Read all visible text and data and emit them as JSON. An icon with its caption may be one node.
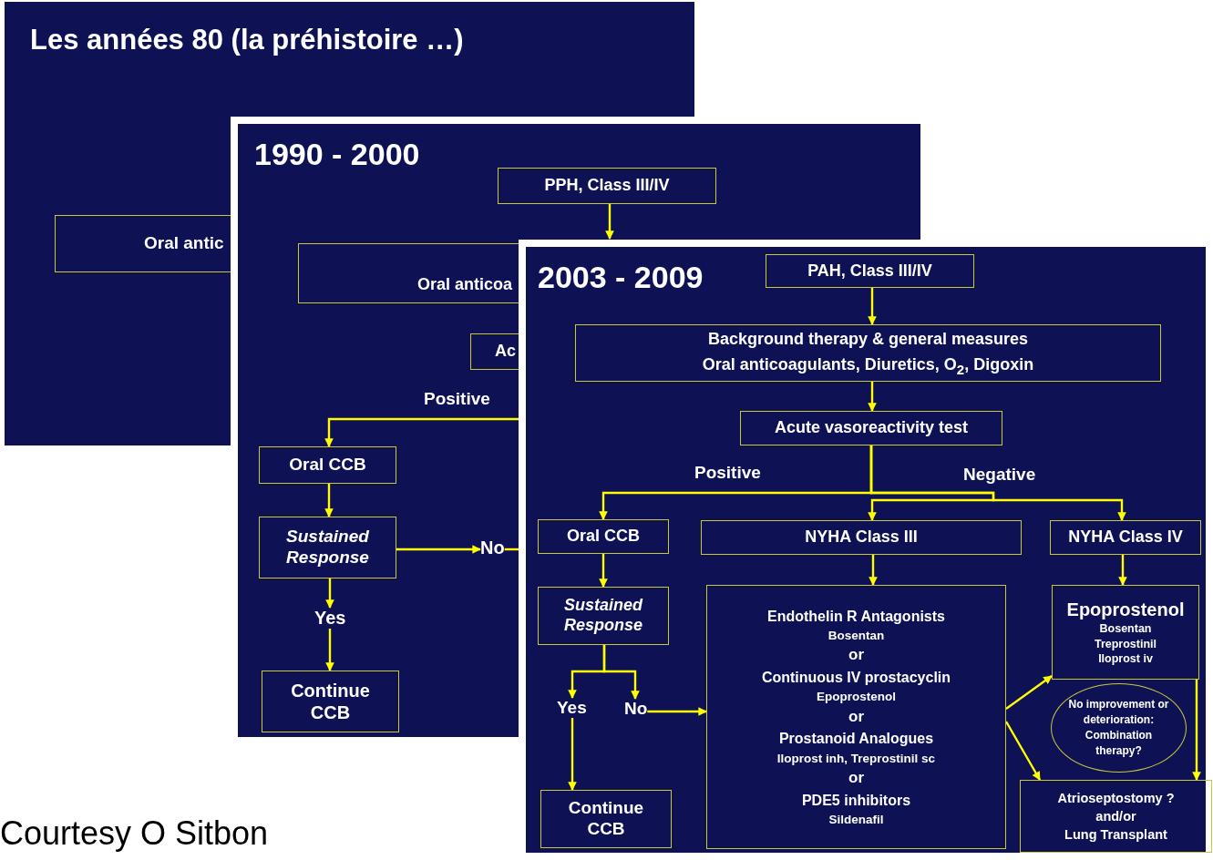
{
  "diagram": {
    "nodes": [
      {
        "text": [
          "Oral antic"
        ]
      },
      {
        "text": [
          "PPH, Class III/IV"
        ]
      },
      {
        "text": [
          "Oral anticoa"
        ]
      },
      {
        "text": [
          "Ac"
        ]
      },
      {
        "text": [
          "Oral CCB"
        ]
      },
      {
        "text": [
          "Sustained Response"
        ]
      },
      {
        "text": [
          "Yes"
        ]
      },
      {
        "text": [
          "No"
        ]
      },
      {
        "text": [
          "Continue CCB"
        ]
      },
      {
        "text": [
          "PAH, Class III/IV"
        ]
      },
      {
        "text": [
          "Background therapy & general measures",
          "Oral anticoagulants, Diuretics, O$_{2}$, Digoxin"
        ]
      },
      {
        "text": [
          "Acute vasoreactivity test"
        ]
      },
      {
        "text": [
          "Oral CCB"
        ]
      },
      {
        "text": [
          "NYHA Class III"
        ]
      },
      {
        "text": [
          "NYHA Class IV"
        ]
      },
      {
        "text": [
          "Sustained Response"
        ]
      },
      {
        "text": [
          "Yes"
        ]
      },
      {
        "text": [
          "No"
        ]
      },
      {
        "text": [
          "Continue CCB"
        ]
      },
      {
        "text": [
          "Endothelin R Antagonists",
          "Bosentan",
          "or",
          "Continuous IV prostacyclin",
          "Epoprostenol",
          "or",
          "Prostanoid Analogues",
          "Iloprost inh, Treprostinil sc",
          "or",
          "PDE5 inhibitors",
          "Sildenafil"
        ]
      },
      {
        "text": [
          "Epoprostenol",
          "Bosentan",
          "Treprostinil",
          "Iloprost iv"
        ]
      },
      {
        "text": [
          "No improvement or deterioration: Combination therapy?"
        ]
      },
      {
        "text": [
          "Atrioseptostomy ?",
          "and/or",
          "Lung Transplant"
        ]
      }
    ],
    "edges": [
      {
        "from": 1,
        "to": null,
        "arrow": "to"
      },
      {
        "from": null,
        "to": 4,
        "arrow": "to",
        "label": "Positive"
      },
      {
        "from": 4,
        "to": 5,
        "arrow": "to"
      },
      {
        "from": 5,
        "to": 6,
        "arrow": "to"
      },
      {
        "from": 6,
        "to": 8,
        "arrow": "to"
      },
      {
        "from": 5,
        "to": 7,
        "arrow": "to"
      },
      {
        "from": 7,
        "to": null,
        "arrow": "none"
      },
      {
        "from": 9,
        "to": 10,
        "arrow": "to"
      },
      {
        "from": 10,
        "to": 11,
        "arrow": "to"
      },
      {
        "from": 11,
        "to": 12,
        "arrow": "to",
        "label": "Positive"
      },
      {
        "from": 11,
        "to": 13,
        "arrow": "to"
      },
      {
        "from": 11,
        "to": 14,
        "arrow": "to",
        "label": "Negative"
      },
      {
        "from": 12,
        "to": 15,
        "arrow": "to"
      },
      {
        "from": 15,
        "to": 16,
        "arrow": "to"
      },
      {
        "from": 15,
        "to": 17,
        "arrow": "to"
      },
      {
        "from": 16,
        "to": 18,
        "arrow": "to"
      },
      {
        "from": 17,
        "to": 19,
        "arrow": "to"
      },
      {
        "from": 13,
        "to": 19,
        "arrow": "to"
      },
      {
        "from": 14,
        "to": 20,
        "arrow": "to"
      },
      {
        "from": 19,
        "to": 20,
        "arrow": "to"
      },
      {
        "from": 19,
        "to": 22,
        "arrow": "to"
      },
      {
        "from": 20,
        "to": 22,
        "arrow": "to"
      }
    ],
    "labels": [
      "Les années 80 (la préhistoire …)",
      "1990 - 2000",
      "2003 - 2009",
      "Courtesy O Sitbon"
    ]
  }
}
